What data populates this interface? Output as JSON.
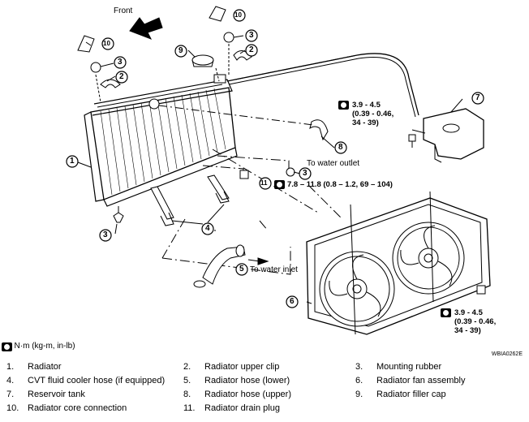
{
  "labels": {
    "front": "Front",
    "to_water_outlet": "To water outlet",
    "to_water_inlet": "To water inlet",
    "callouts": [
      "1",
      "2",
      "2",
      "3",
      "3",
      "3",
      "3",
      "3",
      "4",
      "5",
      "6",
      "7",
      "8",
      "9",
      "10",
      "10",
      "11"
    ]
  },
  "torques": {
    "t_reservoir": "3.9 - 4.5\n(0.39 - 0.46,\n34 - 39)",
    "t_drain": "7.8 – 11.8 (0.8 – 1.2, 69 – 104)",
    "t_fan": "3.9 - 4.5\n(0.39 - 0.46,\n34 - 39)"
  },
  "legend": {
    "unit": ": N·m (kg-m, in-lb)",
    "figure_code": "WBIA0262E",
    "parts": [
      {
        "num": "1.",
        "name": "Radiator"
      },
      {
        "num": "2.",
        "name": "Radiator upper clip"
      },
      {
        "num": "3.",
        "name": "Mounting rubber"
      },
      {
        "num": "4.",
        "name": "CVT fluid cooler hose (if equipped)"
      },
      {
        "num": "5.",
        "name": "Radiator hose (lower)"
      },
      {
        "num": "6.",
        "name": "Radiator fan assembly"
      },
      {
        "num": "7.",
        "name": "Reservoir tank"
      },
      {
        "num": "8.",
        "name": "Radiator hose (upper)"
      },
      {
        "num": "9.",
        "name": "Radiator filler cap"
      },
      {
        "num": "10.",
        "name": "Radiator core connection"
      },
      {
        "num": "11.",
        "name": "Radiator drain plug"
      }
    ]
  }
}
